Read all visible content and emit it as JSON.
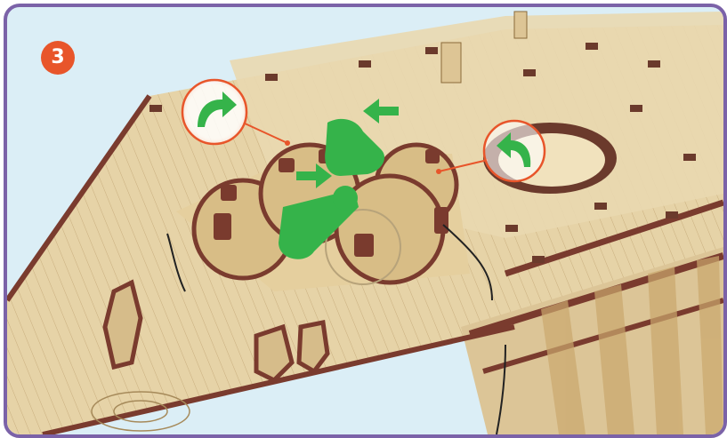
{
  "step": {
    "number": "3",
    "badge_color": "#e8552a"
  },
  "colors": {
    "frame_border": "#7b62a8",
    "background": "#dbeef6",
    "wood_light": "#e8d6ad",
    "wood_mid": "#d9c190",
    "wood_dark_edge": "#7a3b2e",
    "highlight_green": "#35b34a",
    "callout_orange": "#e8552a"
  },
  "icons": [
    "rotate-clockwise-arrow-icon-left",
    "rotate-counterclockwise-arrow-icon-right",
    "push-left-arrow-icon",
    "push-right-arrow-icon"
  ]
}
